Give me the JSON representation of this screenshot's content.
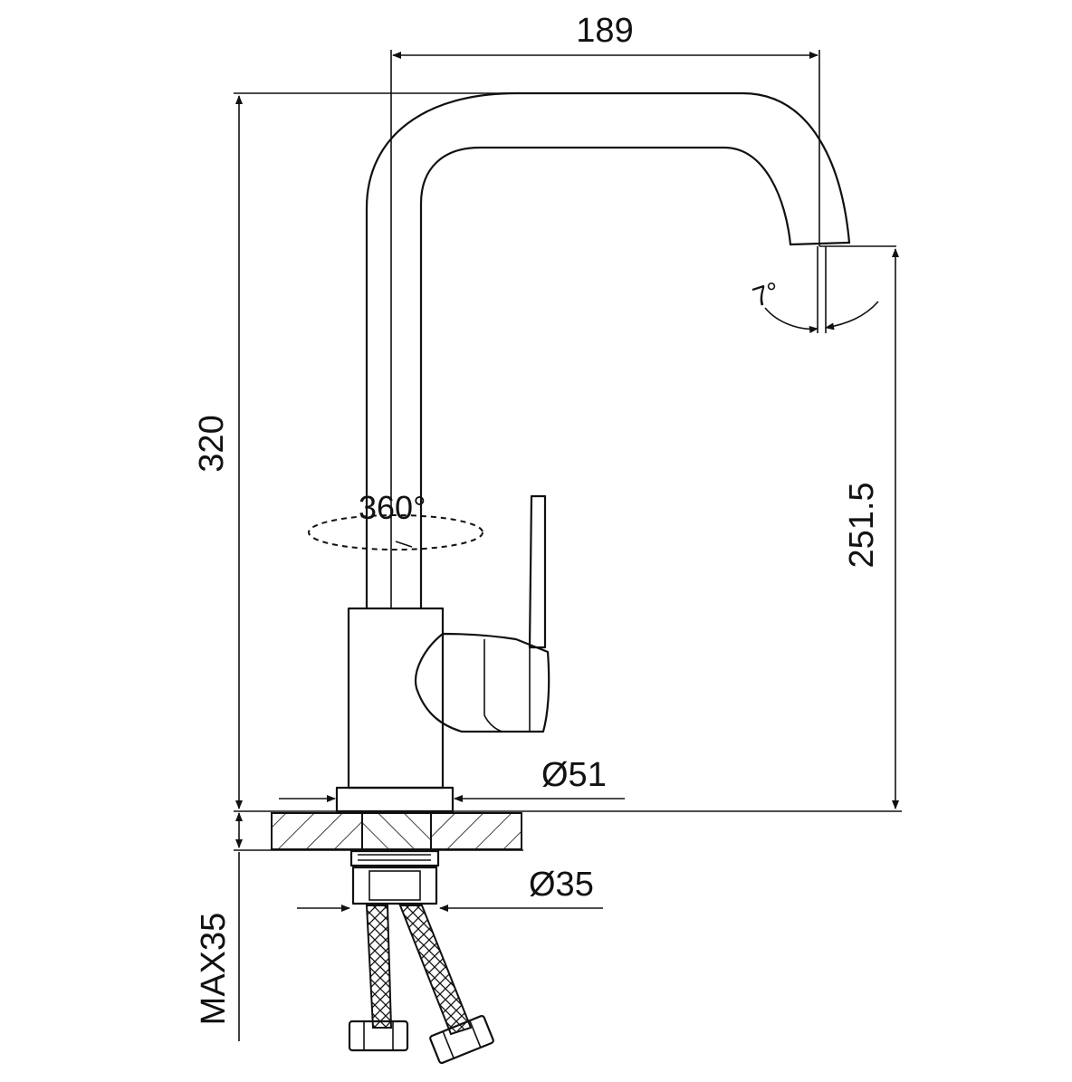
{
  "dimensions": {
    "width_top": "189",
    "height_total": "320",
    "spout_height": "251.5",
    "base_diameter": "Ø51",
    "shank_diameter": "Ø35",
    "max_counter": "MAX35",
    "swivel_angle": "360°",
    "tilt_angle": "7°"
  }
}
